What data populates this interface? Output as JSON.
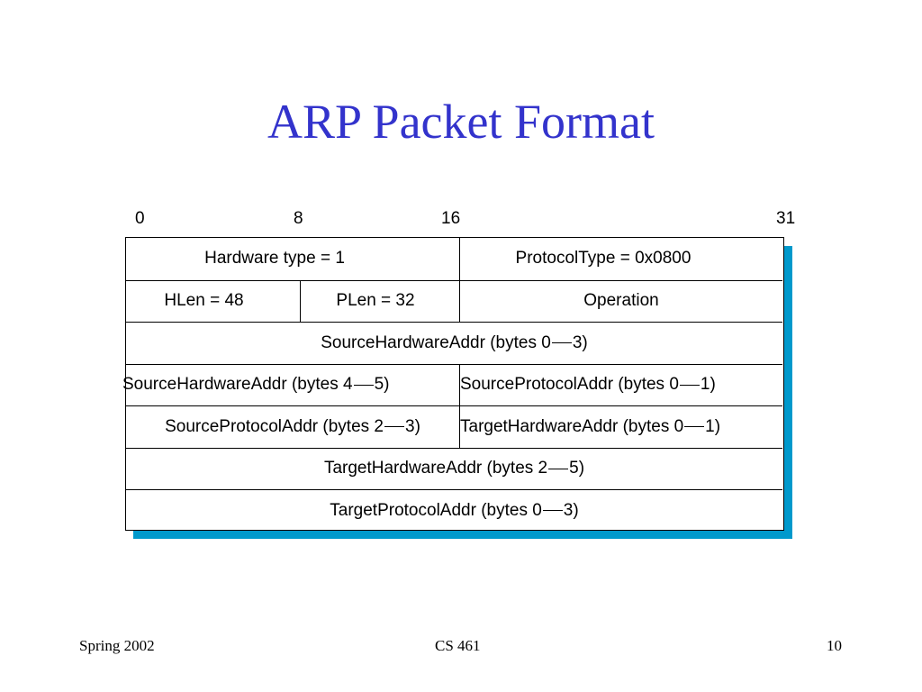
{
  "slide": {
    "title": "ARP Packet Format"
  },
  "bit_labels": [
    "0",
    "8",
    "16",
    "31"
  ],
  "rows": [
    [
      {
        "text": "Hardware type = 1"
      },
      {
        "text": "ProtocolType = 0x0800"
      }
    ],
    [
      {
        "text": "HLen = 48"
      },
      {
        "text": "PLen = 32"
      },
      {
        "text": "Operation"
      }
    ],
    [
      {
        "pre": "SourceHardwareAddr (bytes 0",
        "post": "3)"
      }
    ],
    [
      {
        "pre": "SourceHardwareAddr (bytes 4",
        "post": "5)"
      },
      {
        "pre": "SourceProtocolAddr (bytes 0",
        "post": "1)"
      }
    ],
    [
      {
        "pre": "SourceProtocolAddr (bytes 2",
        "post": "3)"
      },
      {
        "pre": "TargetHardwareAddr (bytes 0",
        "post": "1)"
      }
    ],
    [
      {
        "pre": "TargetHardwareAddr (bytes 2",
        "post": "5)"
      }
    ],
    [
      {
        "pre": "TargetProtocolAddr (bytes 0",
        "post": "3)"
      }
    ]
  ],
  "footer": {
    "left": "Spring 2002",
    "center": "CS 461",
    "right": "10"
  }
}
